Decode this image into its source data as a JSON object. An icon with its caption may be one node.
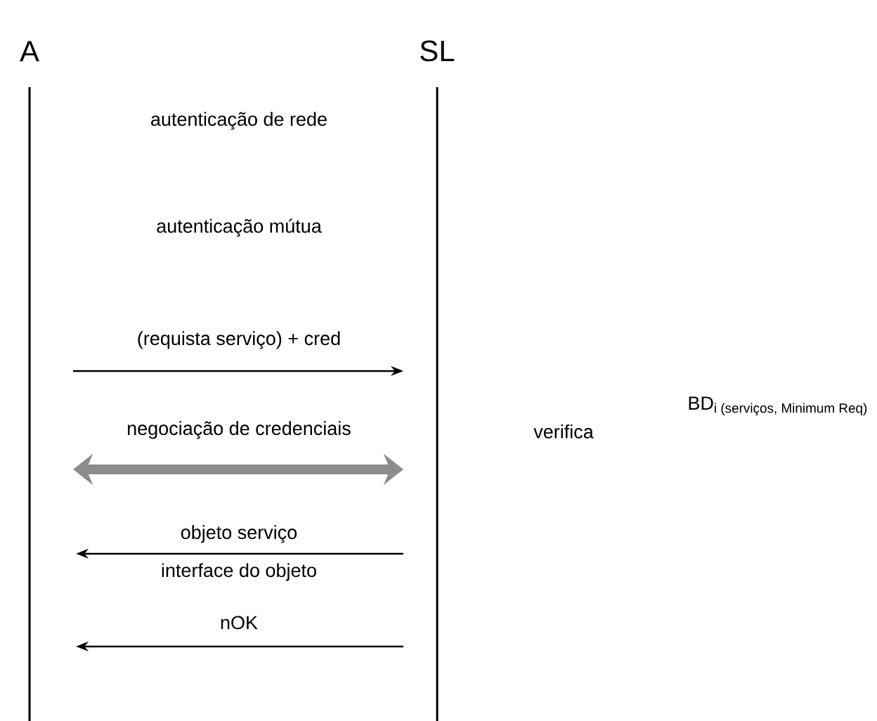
{
  "diagram": {
    "nodes": [
      {
        "text": [
          "A"
        ]
      },
      {
        "text": [
          "SL"
        ]
      }
    ],
    "edges": [
      {
        "from": 0,
        "to": 1,
        "arrow": "to",
        "label": "(requista serviço) + cred"
      },
      {
        "from": 0,
        "to": 1,
        "arrow": "both",
        "label": "negociação de credenciais",
        "style": "thick",
        "color": "#8c8c8c"
      },
      {
        "from": 1,
        "to": 0,
        "arrow": "to",
        "label": "objeto serviço"
      },
      {
        "from": 1,
        "to": 0,
        "arrow": "to",
        "label": "nOK"
      }
    ],
    "labels": [
      "autenticação de rede",
      "autenticação mútua",
      "verifica",
      "\\mathrm{BD}_{\\text{i (serviços, Minimum Req)}}",
      "interface do objeto"
    ]
  }
}
